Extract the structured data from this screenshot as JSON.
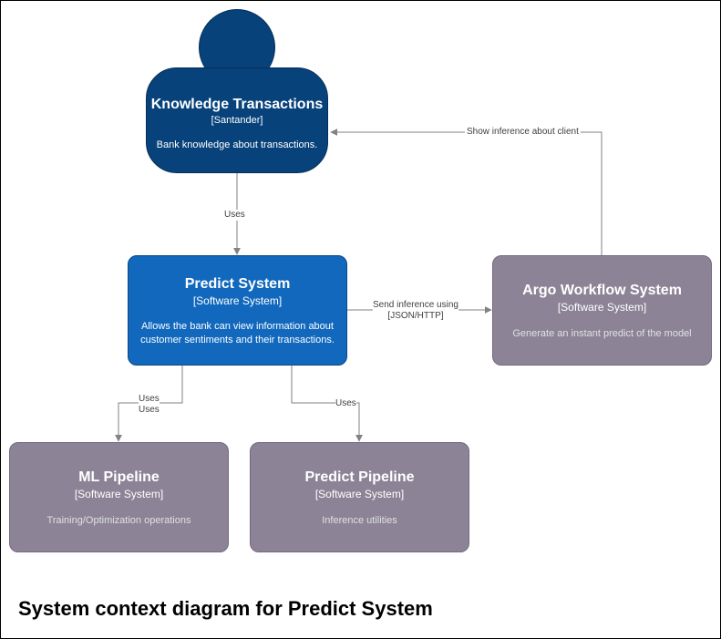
{
  "colors": {
    "person": "#08427b",
    "primary_system": "#1168bd",
    "external_system": "#8c8496",
    "edge": "#828282"
  },
  "nodes": {
    "knowledge_transactions": {
      "name": "Knowledge Transactions",
      "kind": "[Santander]",
      "description": "Bank knowledge about transactions."
    },
    "predict_system": {
      "name": "Predict System",
      "kind": "[Software System]",
      "description_lines": [
        "Allows the bank can view information about",
        "customer sentiments and their transactions."
      ]
    },
    "argo_workflow_system": {
      "name": "Argo Workflow System",
      "kind": "[Software System]",
      "description": "Generate an instant predict of the model"
    },
    "ml_pipeline": {
      "name": "ML Pipeline",
      "kind": "[Software System]",
      "description": "Training/Optimization operations"
    },
    "predict_pipeline": {
      "name": "Predict Pipeline",
      "kind": "[Software System]",
      "description": "Inference utilities"
    }
  },
  "edges": {
    "knowledge_to_predict": "Uses",
    "argo_to_knowledge": "Show inference about client",
    "predict_to_argo_lines": [
      "Send inference using",
      "[JSON/HTTP]"
    ],
    "predict_to_ml_lines": [
      "Uses",
      "Uses"
    ],
    "predict_to_pipeline": "Uses"
  },
  "title": "System context diagram for Predict System"
}
